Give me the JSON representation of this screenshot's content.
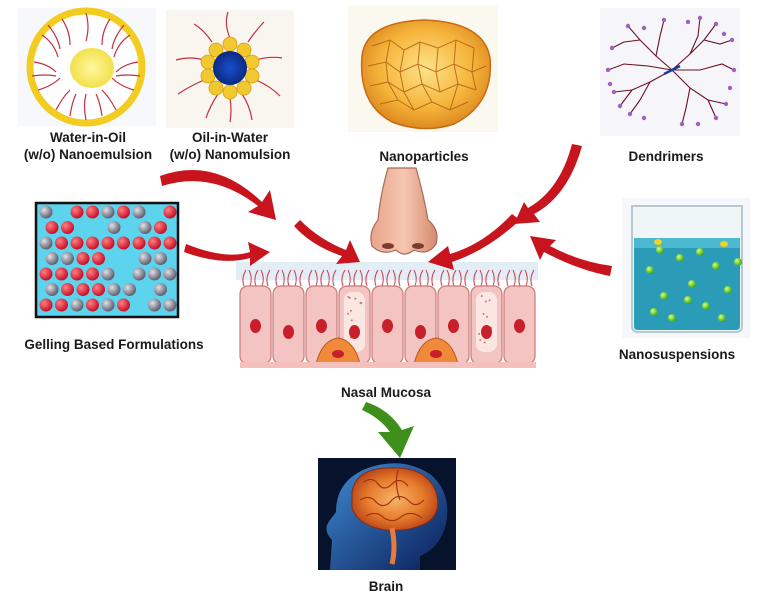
{
  "labels": {
    "water_in_oil_line1": "Water-in-Oil",
    "water_in_oil_line2": "(w/o) Nanoemulsion",
    "oil_in_water_line1": "Oil-in-Water",
    "oil_in_water_line2": "(w/o) Nanomulsion",
    "nanoparticles": "Nanoparticles",
    "dendrimers": "Dendrimers",
    "gelling": "Gelling Based Formulations",
    "nanosuspensions": "Nanosuspensions",
    "nasal_mucosa": "Nasal Mucosa",
    "brain": "Brain"
  },
  "colors": {
    "arrow_red": "#c8141c",
    "arrow_green": "#3f8f1c",
    "cell_pink": "#f4c4c2",
    "nucleus_red": "#c8202a",
    "panel_cyan": "#60d8f0",
    "liquid_teal": "#2a9cb8",
    "droplet_yellow": "#f2d21a",
    "nanoparticle_orange": "#f0a020",
    "brain_blue": "#1a3d8c"
  },
  "icons": {
    "wo_emulsion": "micelle-icon",
    "ow_emulsion": "reverse-micelle-icon",
    "nanoparticle": "nanoparticle-sphere-icon",
    "dendrimer": "dendrimer-tree-icon",
    "gel": "gel-network-icon",
    "nanosuspension": "beaker-icon",
    "nose": "nose-icon",
    "mucosa": "epithelium-icon",
    "brain": "brain-head-icon"
  }
}
